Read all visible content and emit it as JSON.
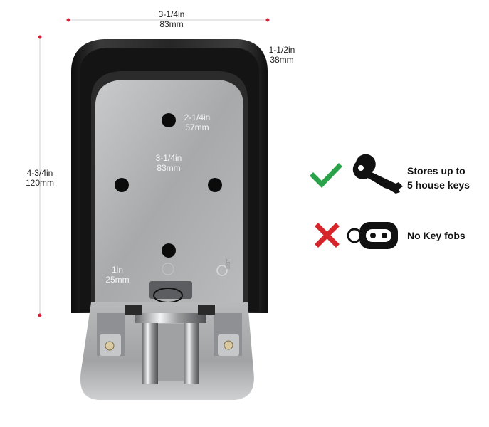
{
  "dimensions": {
    "width": {
      "imperial": "3-1/4in",
      "metric": "83mm"
    },
    "depth": {
      "imperial": "1-1/2in",
      "metric": "38mm"
    },
    "height": {
      "imperial": "4-3/4in",
      "metric": "120mm"
    },
    "inner_width": {
      "imperial": "2-1/4in",
      "metric": "57mm"
    },
    "inner_height": {
      "imperial": "3-1/4in",
      "metric": "83mm"
    },
    "tray_depth": {
      "imperial": "1in",
      "metric": "25mm"
    }
  },
  "features": [
    {
      "icon": "check-icon",
      "graphic": "keys-icon",
      "lines": [
        "Stores up to",
        "5 house keys"
      ],
      "status_color": "#2aa24a"
    },
    {
      "icon": "cross-icon",
      "graphic": "key-fob-icon",
      "lines": [
        "No Key fobs"
      ],
      "status_color": "#d6262c"
    }
  ],
  "product_mark": "5KIT",
  "colors": {
    "dimension_dot": "#d81e3a",
    "dimension_line": "#cfcfcf",
    "shell": "#1e1e1e",
    "interior": "#a9abad"
  }
}
